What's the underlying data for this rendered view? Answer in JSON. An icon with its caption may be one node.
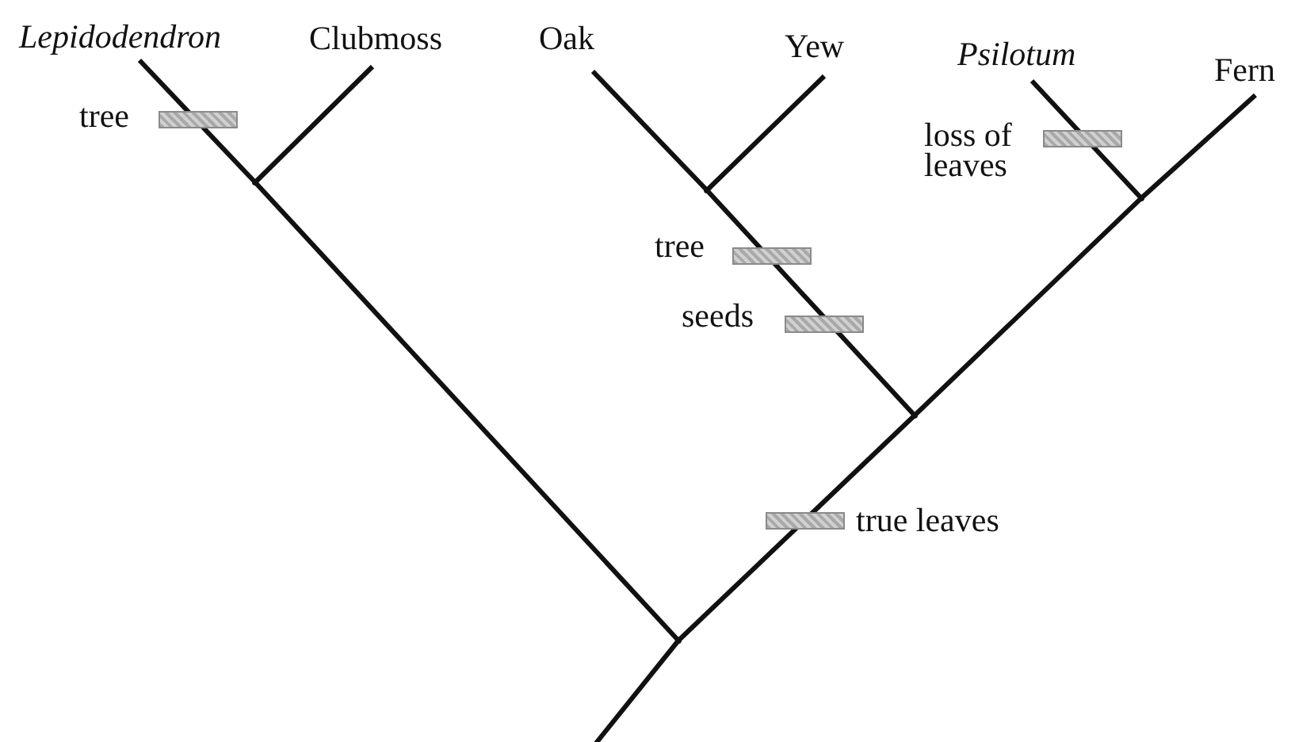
{
  "diagram": {
    "nodes": [
      {
        "text": [
          "Lepidodendron"
        ]
      },
      {
        "text": [
          "Clubmoss"
        ]
      },
      {
        "text": [
          "Oak"
        ]
      },
      {
        "text": [
          "Yew"
        ]
      },
      {
        "text": [
          "Psilotum"
        ]
      },
      {
        "text": [
          "Fern"
        ]
      },
      {
        "text": [],
        "shape": "point"
      },
      {
        "text": [],
        "shape": "point"
      },
      {
        "text": [],
        "shape": "point"
      },
      {
        "text": [],
        "shape": "point"
      },
      {
        "text": [],
        "shape": "point"
      }
    ],
    "edges": [
      {
        "from": null,
        "to": 6,
        "arrow": "none"
      },
      {
        "from": 6,
        "to": 7,
        "arrow": "none"
      },
      {
        "from": 7,
        "to": 0,
        "arrow": "none"
      },
      {
        "from": 7,
        "to": 1,
        "arrow": "none"
      },
      {
        "from": 6,
        "to": 8,
        "arrow": "none"
      },
      {
        "from": 8,
        "to": 9,
        "arrow": "none"
      },
      {
        "from": 9,
        "to": 2,
        "arrow": "none"
      },
      {
        "from": 9,
        "to": 3,
        "arrow": "none"
      },
      {
        "from": 8,
        "to": 10,
        "arrow": "none"
      },
      {
        "from": 10,
        "to": 4,
        "arrow": "none"
      },
      {
        "from": 10,
        "to": 5,
        "arrow": "none"
      }
    ],
    "labels": [
      "tree",
      "loss of leaves",
      "tree",
      "seeds",
      "true leaves"
    ]
  }
}
